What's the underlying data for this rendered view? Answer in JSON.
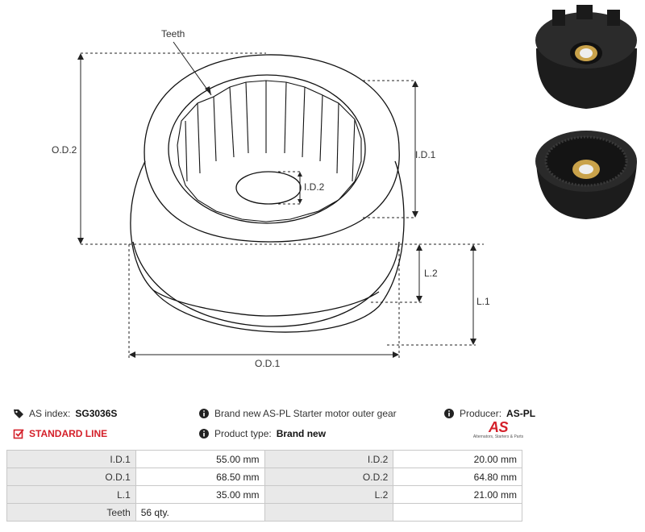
{
  "drawing": {
    "callouts": {
      "teeth": "Teeth",
      "od2": "O.D.2",
      "id1": "I.D.1",
      "id2": "I.D.2",
      "l2": "L.2",
      "l1": "L.1",
      "od1": "O.D.1"
    }
  },
  "info": {
    "as_index_label": "AS index:",
    "as_index_value": "SG3036S",
    "line": "STANDARD LINE",
    "description": "Brand new AS-PL Starter motor outer gear",
    "product_type_label": "Product type:",
    "product_type_value": "Brand new",
    "producer_label": "Producer:",
    "producer_value": "AS-PL"
  },
  "logo": {
    "mark": "AS",
    "tagline": "Alternators, Starters & Parts"
  },
  "specs": [
    {
      "k1": "I.D.1",
      "v1": "55.00 mm",
      "k2": "I.D.2",
      "v2": "20.00 mm"
    },
    {
      "k1": "O.D.1",
      "v1": "68.50 mm",
      "k2": "O.D.2",
      "v2": "64.80 mm"
    },
    {
      "k1": "L.1",
      "v1": "35.00 mm",
      "k2": "L.2",
      "v2": "21.00 mm"
    },
    {
      "k1": "Teeth",
      "v1": "56  qty.",
      "k2": "",
      "v2": ""
    }
  ],
  "colors": {
    "accent": "#d4202a",
    "table_key_bg": "#e9e9e9",
    "part_body": "#1c1c1c",
    "bushing": "#c9a24a"
  }
}
